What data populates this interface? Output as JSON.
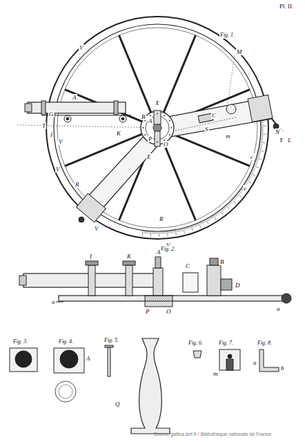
{
  "diagram": {
    "labels": [
      "Pl. II.",
      "Fig. 1.",
      "M",
      "V",
      "V",
      "V",
      "V",
      "V",
      "T",
      "I",
      "A",
      "G",
      "K",
      "B",
      "X",
      "A",
      "S",
      "C",
      "N",
      "Y",
      "L",
      "O",
      "E",
      "P",
      "R",
      "R",
      "c",
      "e",
      "m",
      "Fig. 2.",
      "I",
      "K",
      "A",
      "B",
      "C",
      "D",
      "P",
      "O",
      "a",
      "a",
      "Fig. 3.",
      "Fig. 4.",
      "A",
      "Fig. 5.",
      "Fig. 6.",
      "Fig. 7.",
      "m",
      "Fig. 8.",
      "a",
      "b",
      "Q",
      "Source gallica.bnf.fr / Bibliothèque nationale de France"
    ]
  }
}
